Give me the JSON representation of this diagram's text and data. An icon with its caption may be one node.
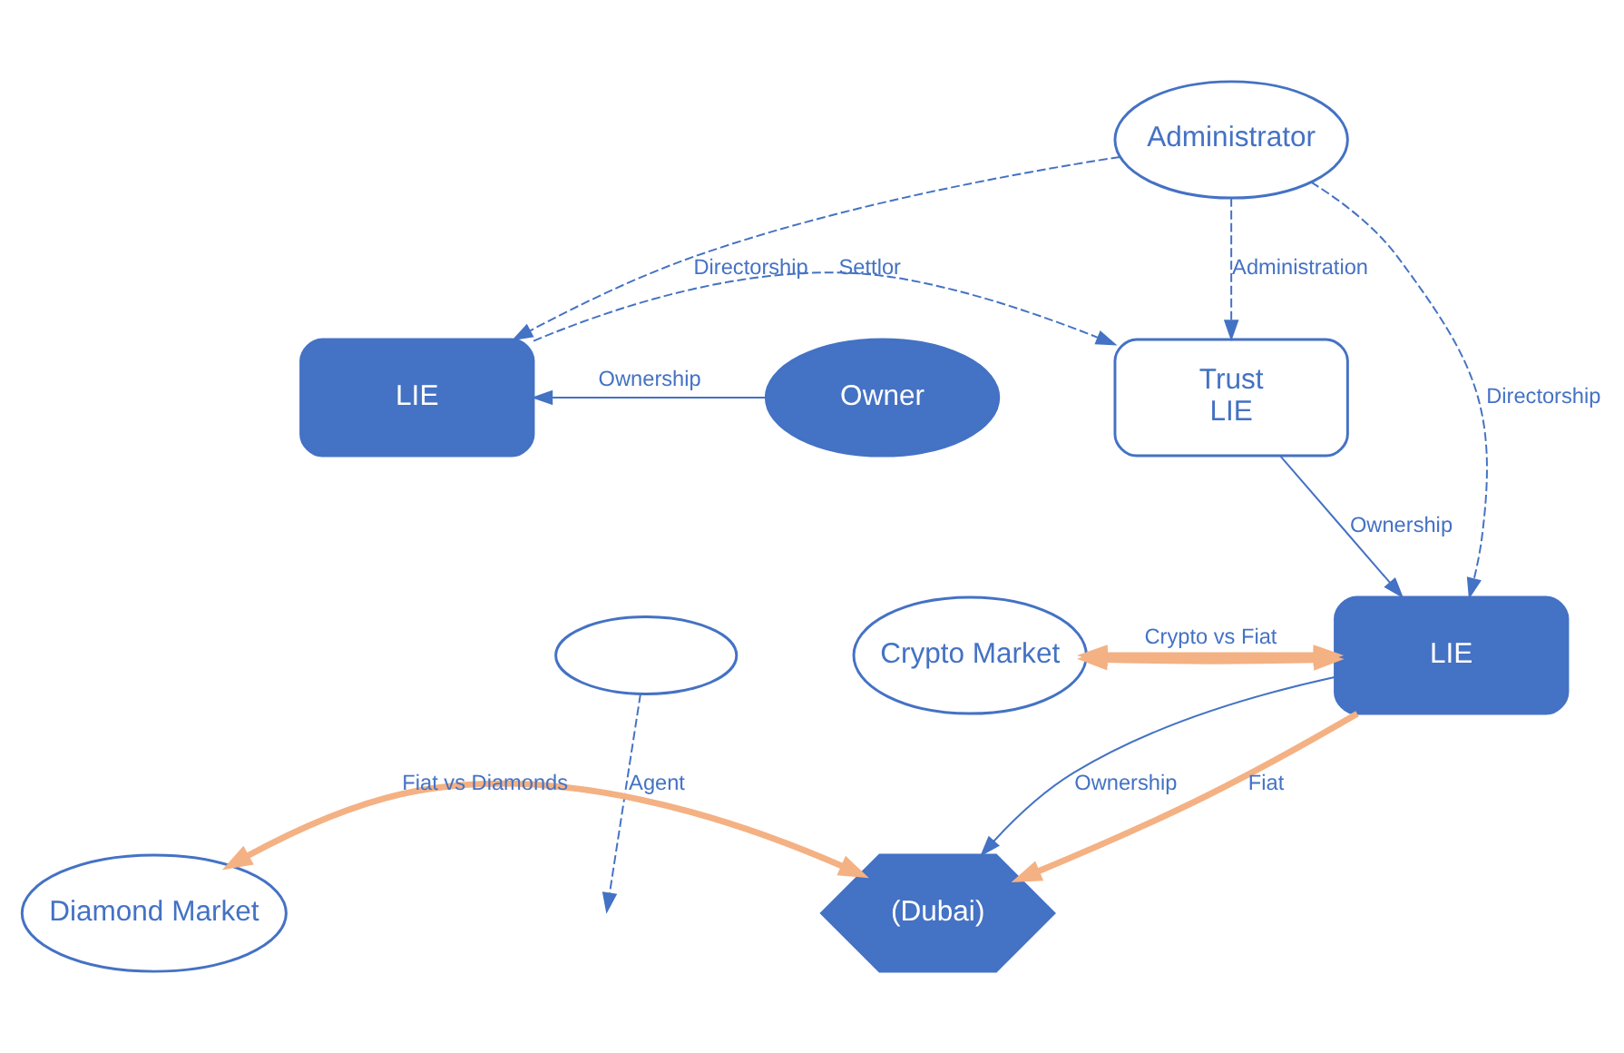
{
  "diagram": {
    "nodes": [
      {
        "text": [
          "Administrator"
        ]
      },
      {
        "text": [
          "Owner"
        ]
      },
      {
        "text": [
          "LIE"
        ]
      },
      {
        "text": [
          "Trust",
          "LIE"
        ]
      },
      {
        "text": [
          "Crypto Market"
        ]
      },
      {
        "text": [
          "LIE"
        ]
      },
      {
        "text": [],
        "shape": "ellipse"
      },
      {
        "text": [
          "Diamond Market"
        ]
      },
      {
        "text": [
          "(Dubai)"
        ]
      }
    ],
    "edges": [
      {
        "from": 1,
        "to": 2,
        "arrow": "to",
        "label": "Ownership"
      },
      {
        "from": 0,
        "to": 2,
        "arrow": "to",
        "label": "Directorship",
        "style": "dashed"
      },
      {
        "from": 2,
        "to": 3,
        "arrow": "to",
        "label": "Settlor",
        "style": "dashed"
      },
      {
        "from": 0,
        "to": 3,
        "arrow": "to",
        "label": "Administration",
        "style": "dashed"
      },
      {
        "from": 0,
        "to": 5,
        "arrow": "to",
        "label": "Directorship",
        "style": "dashed"
      },
      {
        "from": 3,
        "to": 5,
        "arrow": "to",
        "label": "Ownership"
      },
      {
        "from": 4,
        "to": 5,
        "arrow": "both",
        "style": "thick",
        "color": "#f4b183"
      },
      {
        "from": 4,
        "to": 5,
        "arrow": "both",
        "label": "Crypto vs Fiat",
        "style": "thick",
        "color": "#f4b183"
      },
      {
        "from": 5,
        "to": 8,
        "arrow": "to",
        "label": "Fiat",
        "style": "thick",
        "color": "#f4b183"
      },
      {
        "from": 5,
        "to": 8,
        "arrow": "to",
        "label": "Ownership"
      },
      {
        "from": 6,
        "to": null,
        "arrow": "to",
        "label": "Agent",
        "style": "dashed"
      },
      {
        "from": 7,
        "to": 8,
        "arrow": "both",
        "label": "Fiat vs Diamonds",
        "style": "thick",
        "color": "#f4b183"
      }
    ]
  }
}
